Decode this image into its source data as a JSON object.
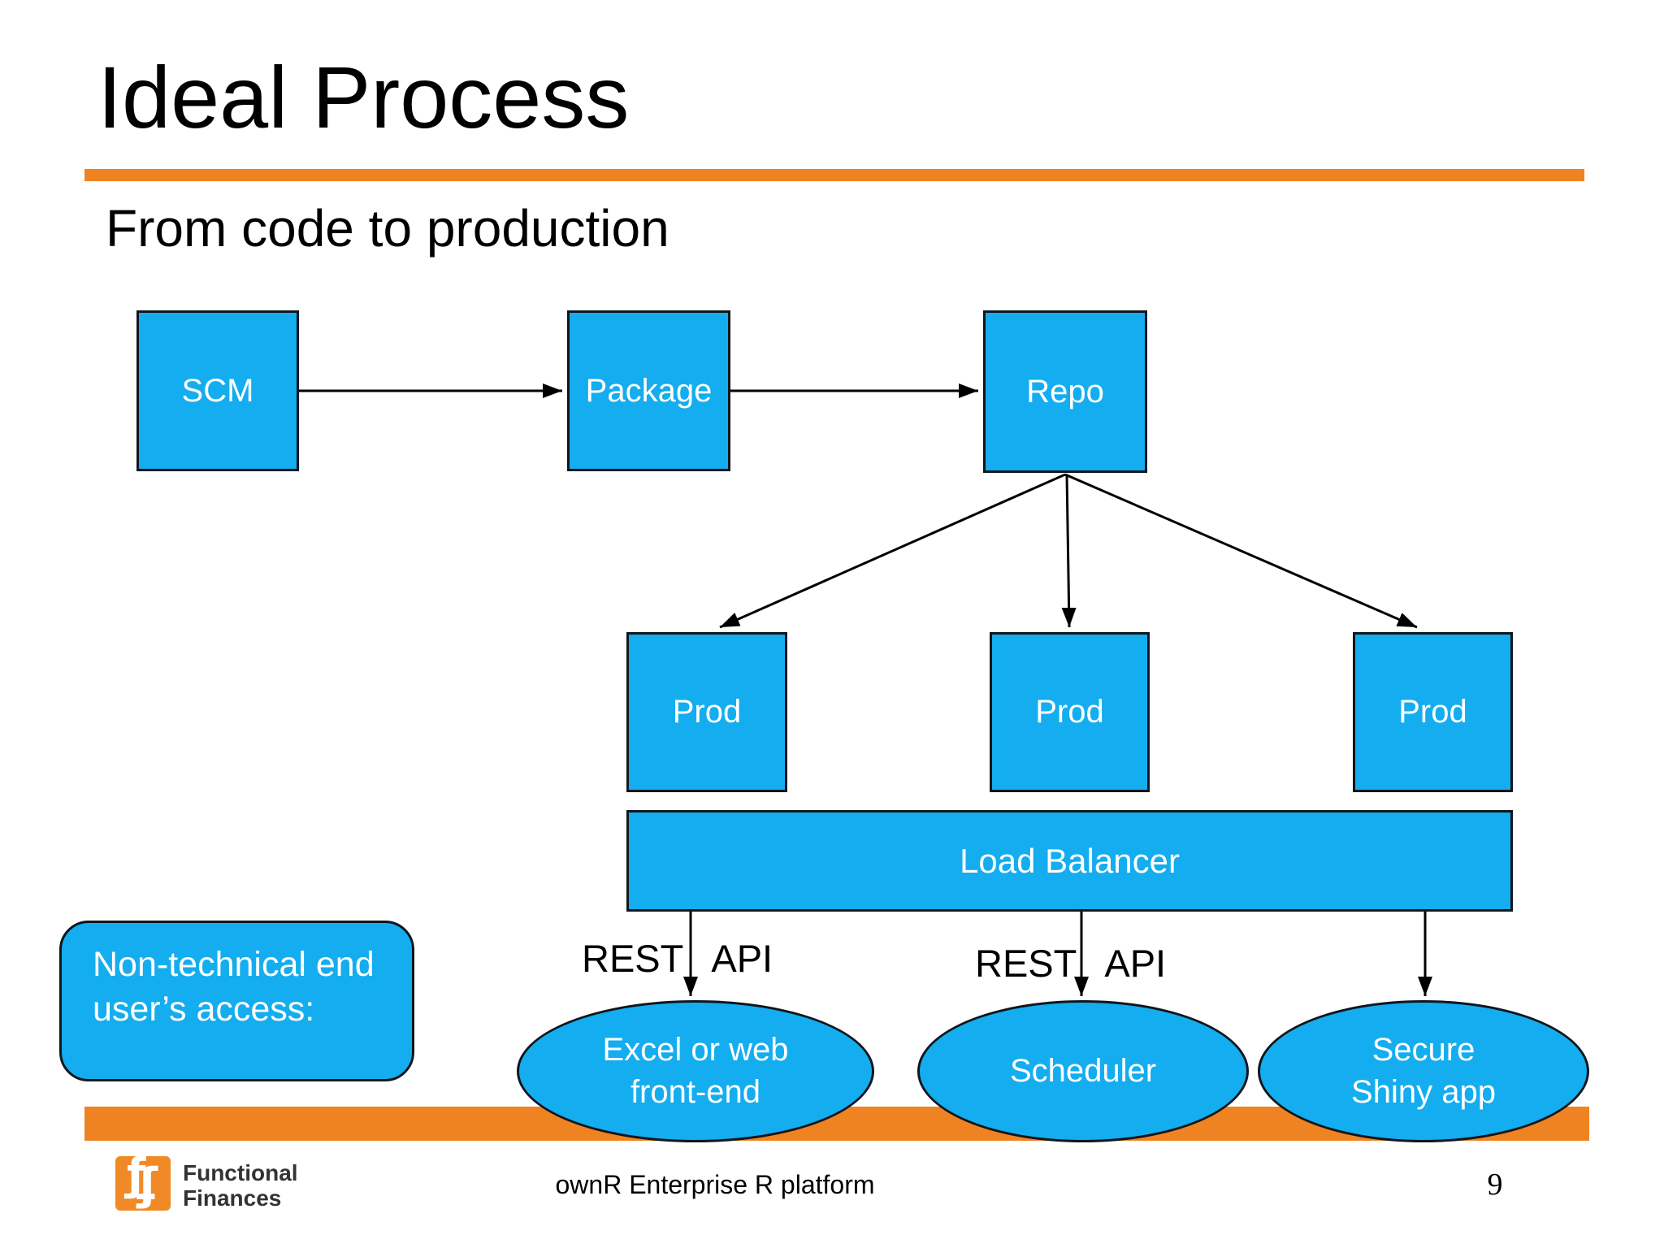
{
  "slide": {
    "title": "Ideal Process",
    "subtitle": "From code to production"
  },
  "diagram": {
    "boxes": {
      "scm": "SCM",
      "package": "Package",
      "repo": "Repo",
      "prod1": "Prod",
      "prod2": "Prod",
      "prod3": "Prod",
      "load_balancer": "Load Balancer"
    },
    "ellipses": {
      "excel": {
        "line1": "Excel or web",
        "line2": "front-end"
      },
      "scheduler": {
        "line1": "Scheduler"
      },
      "shiny": {
        "line1": "Secure",
        "line2": "Shiny app"
      }
    },
    "rest_labels": [
      {
        "rest": "REST",
        "api": "API"
      },
      {
        "rest": "REST",
        "api": "API"
      }
    ],
    "note": {
      "line1": "Non-technical end",
      "line2": "user’s access:"
    }
  },
  "footer": {
    "logo_glyph": "ƒ",
    "company": {
      "line1": "Functional",
      "line2": "Finances"
    },
    "center_text": "ownR Enterprise R platform",
    "page_number": "9"
  },
  "colors": {
    "shape_blue": "#14ADEF",
    "shape_border": "#10161c",
    "accent_orange": "#EF8322",
    "logo_orange": "#F08A26",
    "text_on_shapes": "#ffffff",
    "text_main": "#000000"
  }
}
